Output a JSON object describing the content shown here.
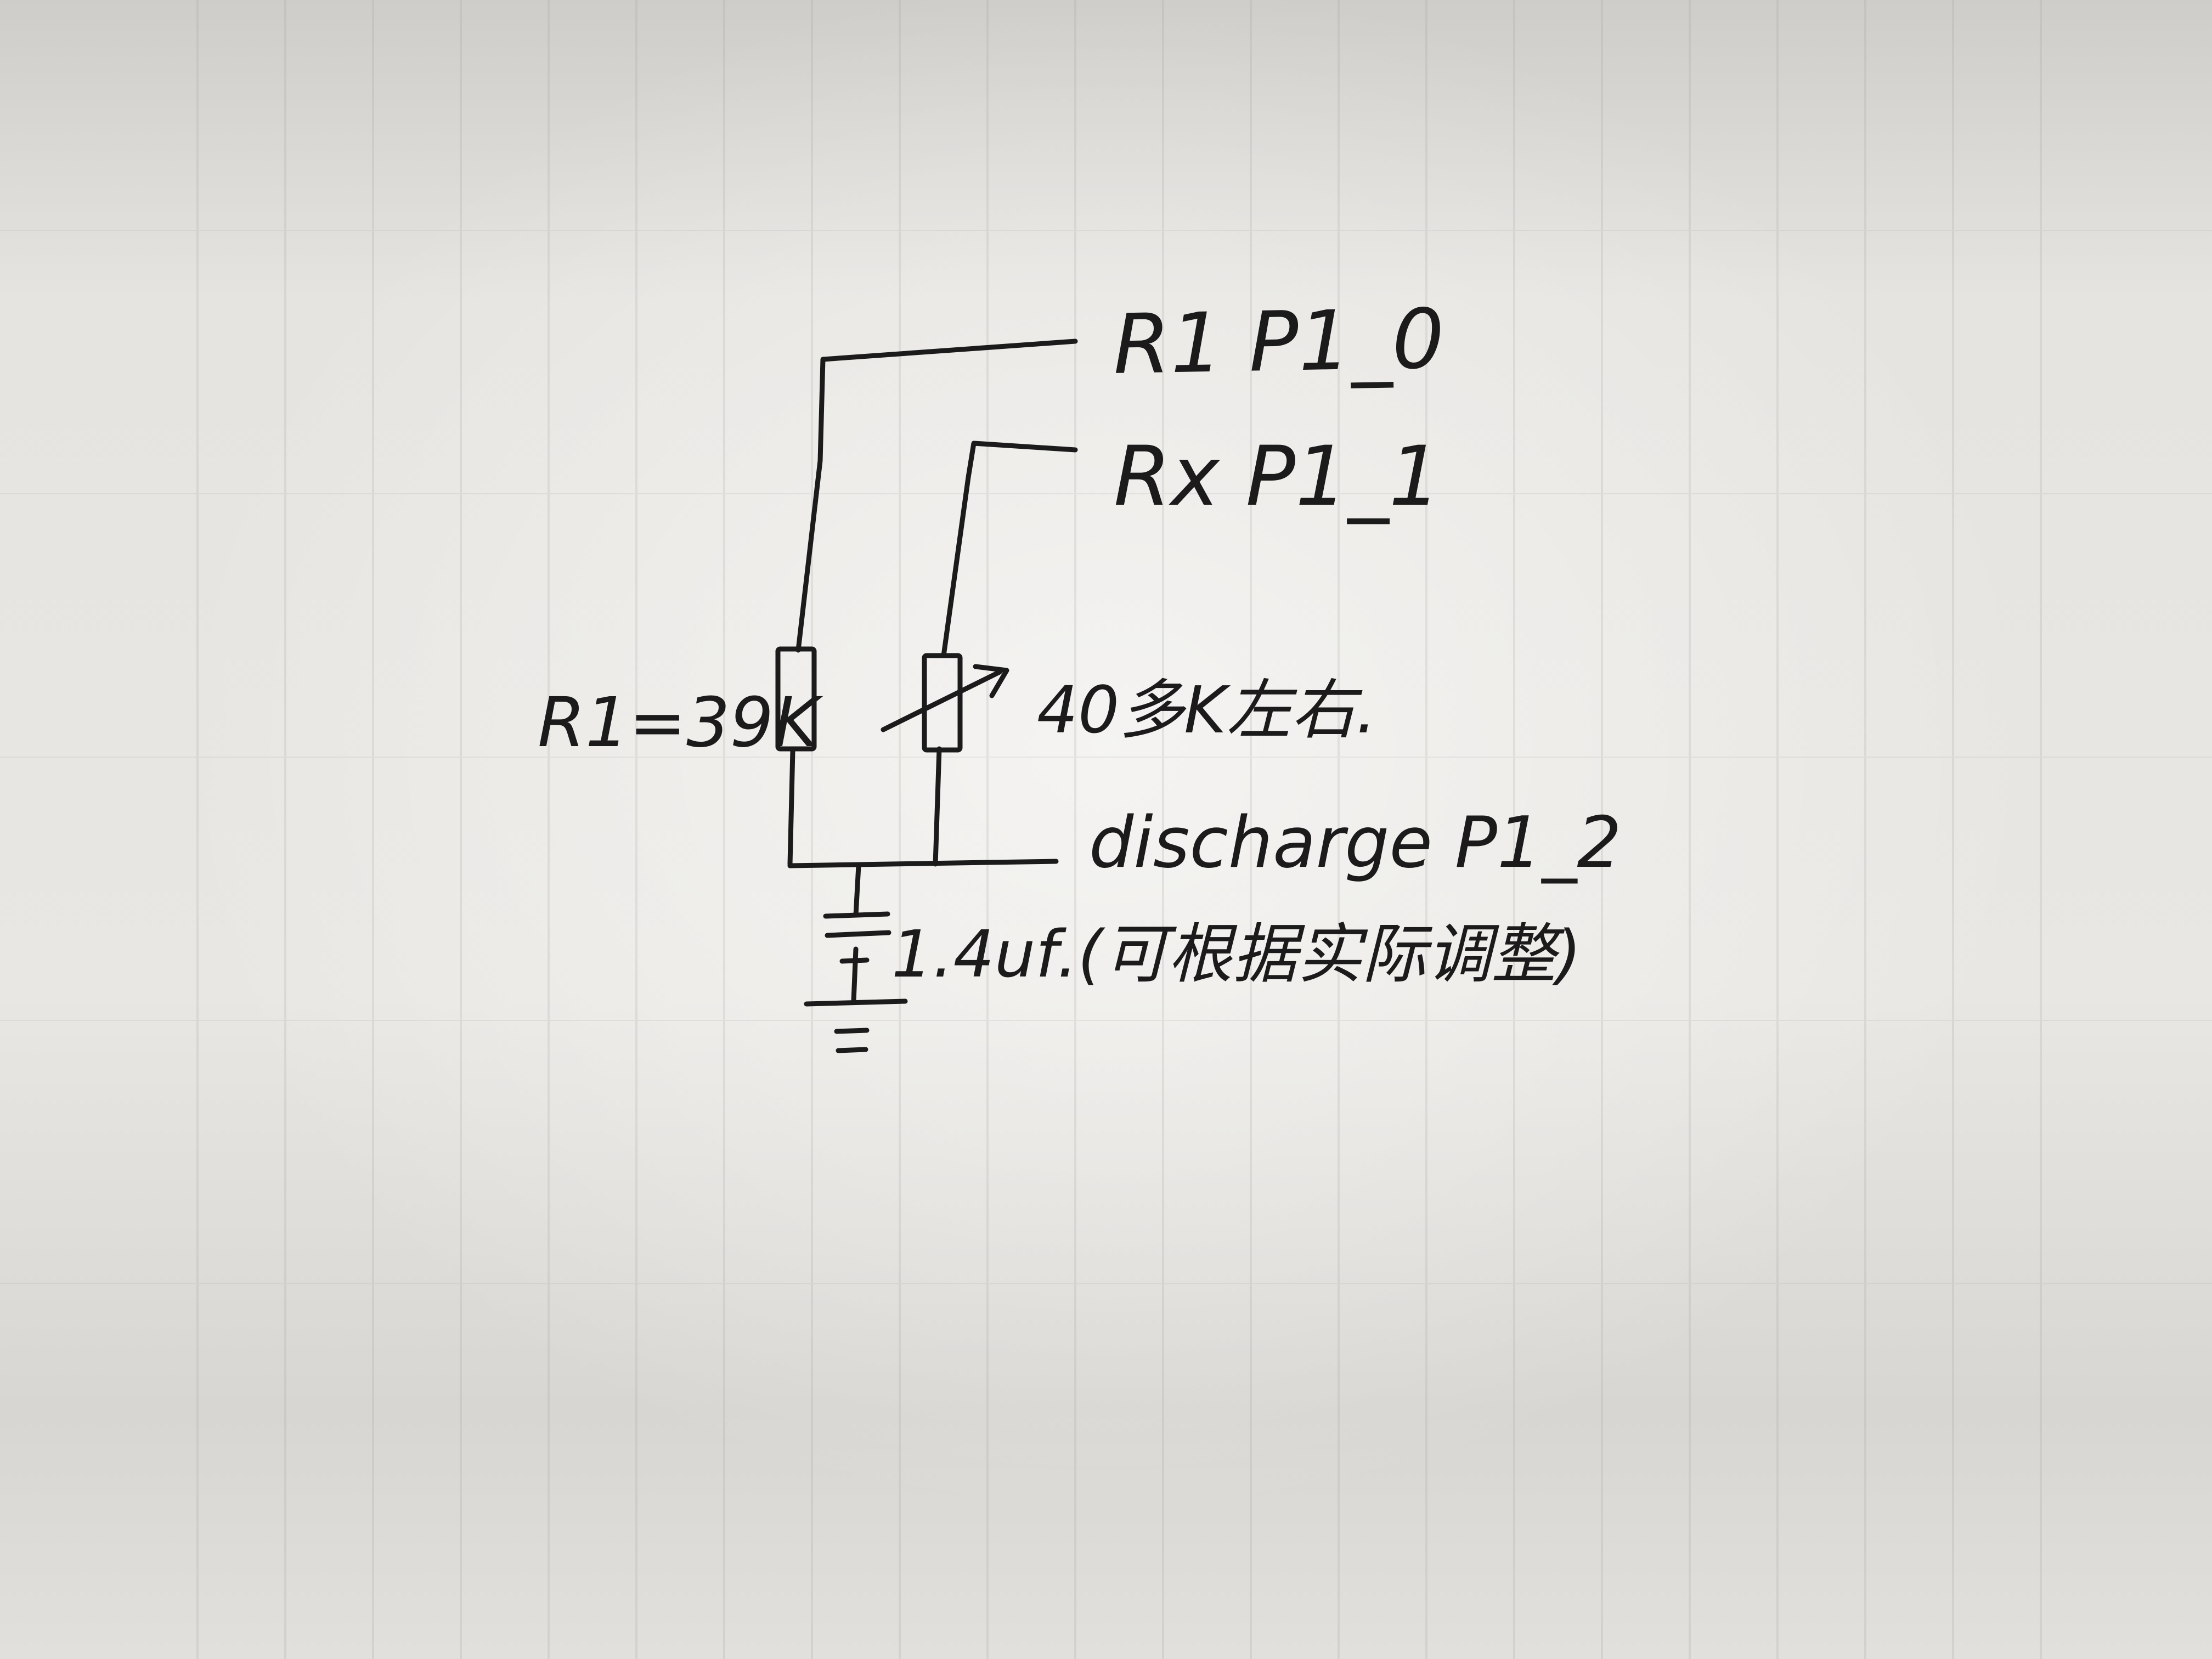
{
  "diagram": {
    "labels": {
      "r1_pin": "R1 P1_0",
      "rx_pin": "Rx P1_1",
      "discharge_pin": "discharge P1_2",
      "r1_value": "R1=39K",
      "rx_value": "40多K左右.",
      "capacitor": "1.4uf.(可根据实际调整)"
    },
    "colors": {
      "ink": "#1b1b1b",
      "paper": "#e6e4e0"
    }
  }
}
